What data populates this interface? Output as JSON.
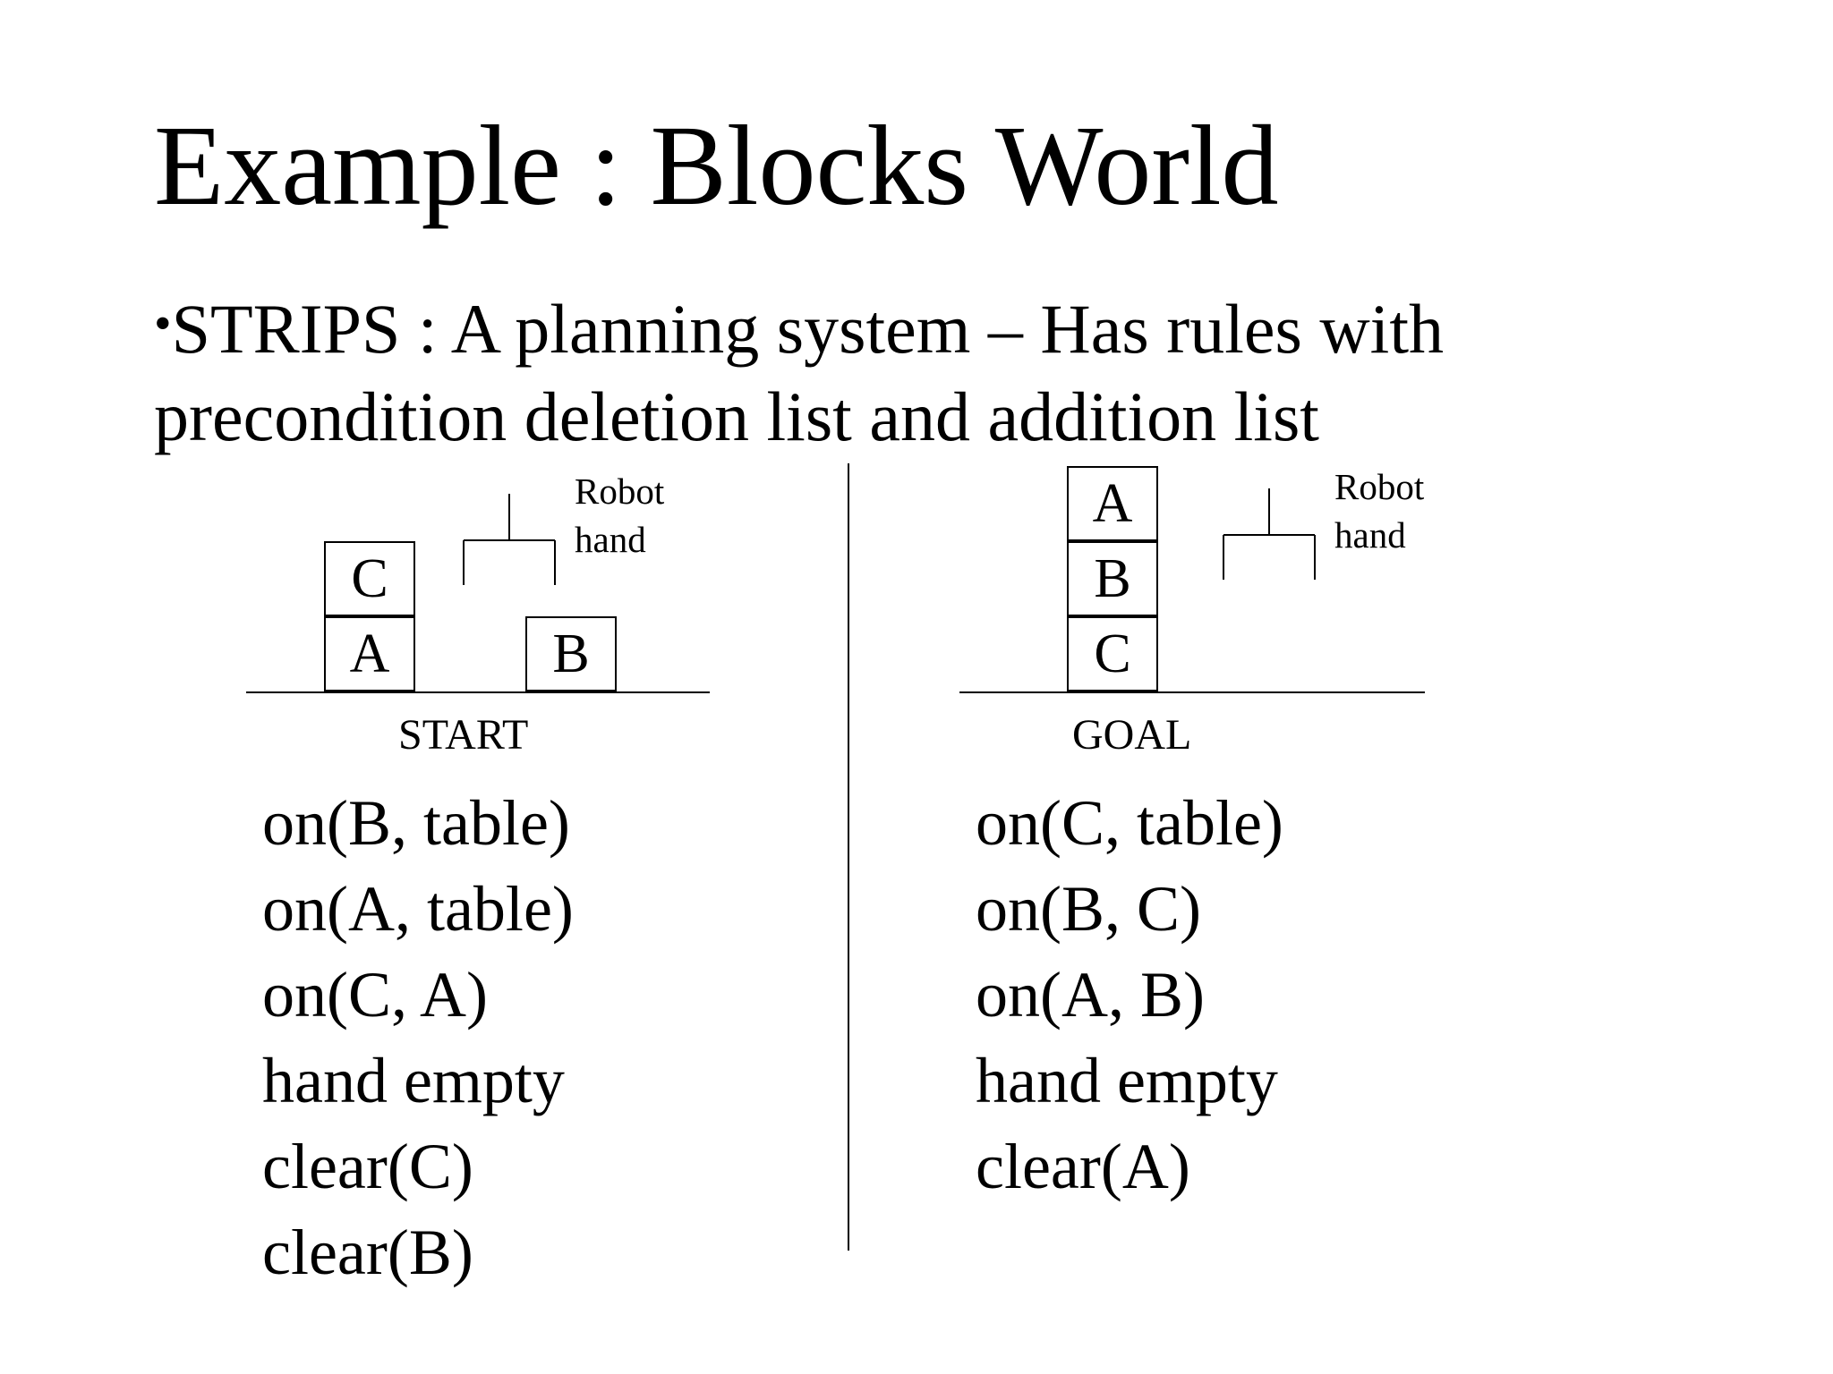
{
  "slide": {
    "title": "Example : Blocks World",
    "bullet": {
      "marker": "•",
      "line1": "STRIPS : A planning system – Has rules with",
      "line2": "precondition deletion list and addition list"
    }
  },
  "start": {
    "label": "START",
    "hand_label_line1": "Robot",
    "hand_label_line2": "hand",
    "blocks": {
      "top_left": "C",
      "bottom_left": "A",
      "right": "B"
    },
    "facts": [
      "on(B, table)",
      "on(A, table)",
      "on(C, A)",
      "hand empty",
      "clear(C)",
      "clear(B)"
    ]
  },
  "goal": {
    "label": "GOAL",
    "hand_label_line1": "Robot",
    "hand_label_line2": "hand",
    "blocks": {
      "top": "A",
      "middle": "B",
      "bottom": "C"
    },
    "facts": [
      "on(C, table)",
      "on(B, C)",
      "on(A, B)",
      "hand empty",
      "clear(A)"
    ]
  }
}
